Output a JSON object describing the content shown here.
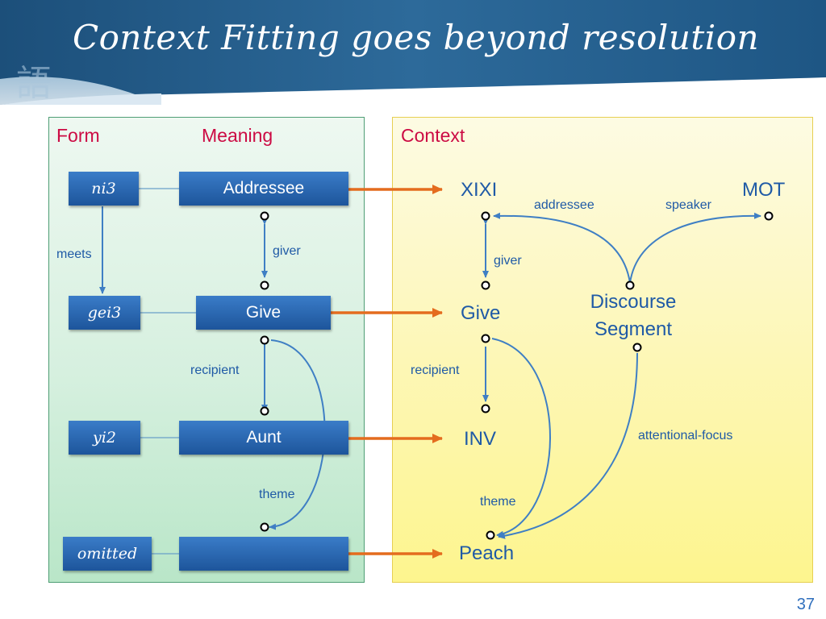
{
  "slide": {
    "title": "Context Fitting goes beyond resolution",
    "number": "37"
  },
  "headers": {
    "form": "Form",
    "meaning": "Meaning",
    "context": "Context"
  },
  "form_items": [
    "ni3",
    "gei3",
    "yi2",
    "omitted"
  ],
  "meaning_items": [
    "Addressee",
    "Give",
    "Aunt",
    ""
  ],
  "left_labels": {
    "meets": "meets",
    "giver": "giver",
    "recipient": "recipient",
    "theme": "theme"
  },
  "context_items": {
    "xixi": "XIXI",
    "mot": "MOT",
    "give": "Give",
    "inv": "INV",
    "peach": "Peach",
    "discourse_segment": "Discourse Segment"
  },
  "right_labels": {
    "addressee": "addressee",
    "speaker": "speaker",
    "giver": "giver",
    "recipient": "recipient",
    "theme": "theme",
    "attentional_focus": "attentional-focus"
  },
  "colors": {
    "accent_red": "#cc0b44",
    "box_blue": "#2a69b4",
    "link_blue": "#3f7fc4",
    "arrow_orange": "#e46c1e",
    "label_blue": "#1f5aa6"
  }
}
